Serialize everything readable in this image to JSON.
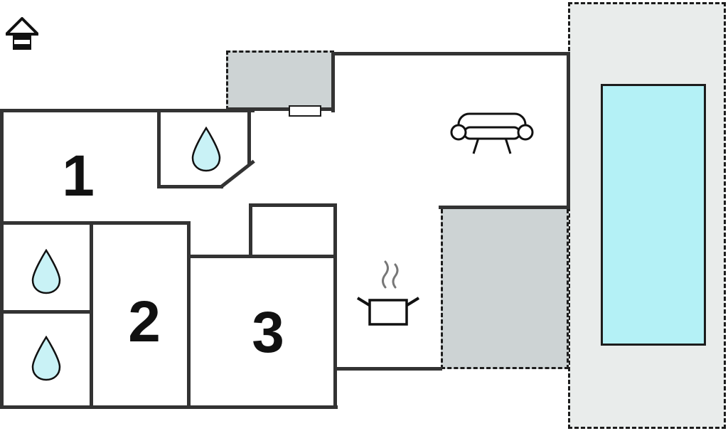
{
  "plan": {
    "type": "vacation-home-floor-plan",
    "rooms": [
      {
        "label": "1"
      },
      {
        "label": "2"
      },
      {
        "label": "3"
      }
    ],
    "fixtures": [
      "north-indicator",
      "water-drop-bathroom",
      "water-drop-room-a",
      "water-drop-room-b",
      "sofa",
      "stove-pot-with-steam",
      "door-opening",
      "terrace-top",
      "terrace-bottom",
      "pool-area",
      "swimming-pool"
    ],
    "colors": {
      "wall": "#333333",
      "outline": "#1c1c1c",
      "terrace_fill": "#cdd3d4",
      "pool_area_fill": "#e9eceb",
      "pool_fill": "#b4f1f6",
      "drop_fill": "#c9f2f6",
      "steam": "#777777",
      "background": "#ffffff"
    }
  }
}
